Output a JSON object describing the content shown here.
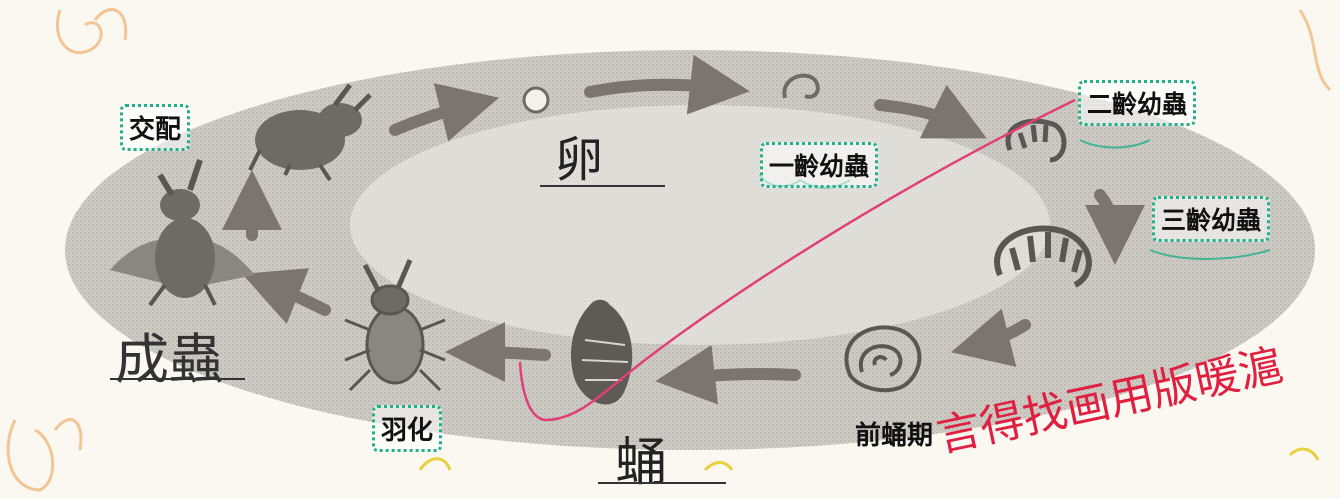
{
  "labels": {
    "mating": "交配",
    "egg": "卵",
    "first_instar": "一齡幼蟲",
    "second_instar": "二齡幼蟲",
    "third_instar": "三齡幼蟲",
    "prepupa": "前蛹期",
    "pupa": "蛹",
    "eclosion": "羽化",
    "adult": "成蟲"
  },
  "handwriting_bottom_right": "言得找画用版暖滬",
  "colors": {
    "background": "#fbf8f1",
    "ellipse": "#c9c6c1",
    "silhouette": "#6e6a66",
    "arrow": "#7a7570",
    "highlight_border": "#20b08a",
    "pink_line": "#e0407a",
    "orange_doodle": "#f0b070",
    "red_ink": "#e02040"
  }
}
